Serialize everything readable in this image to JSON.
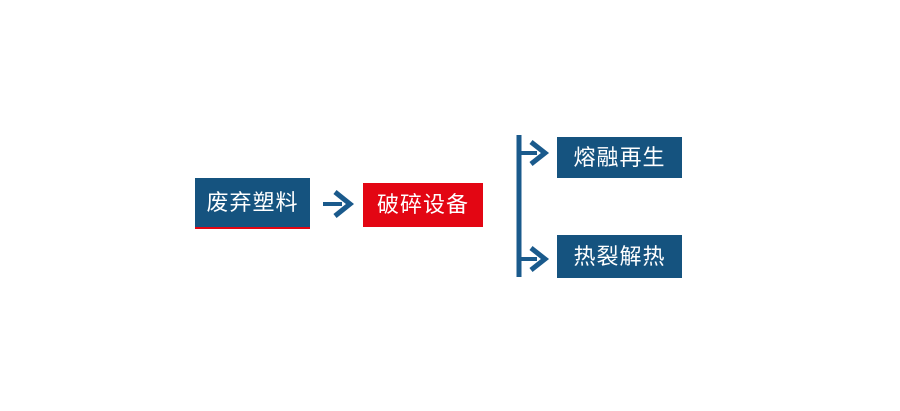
{
  "theme": {
    "page-bg": "#FFFFFF",
    "node-blue": "#15537F",
    "node-red": "#E30613",
    "underline-red": "#E30613",
    "connector-blue": "#1A5A8C",
    "label-color": "#FFFFFF"
  },
  "diagram": {
    "source": {
      "label": "废弃塑料"
    },
    "process": {
      "label": "破碎设备"
    },
    "outputs": [
      {
        "label": "熔融再生"
      },
      {
        "label": "热裂解热"
      }
    ]
  }
}
